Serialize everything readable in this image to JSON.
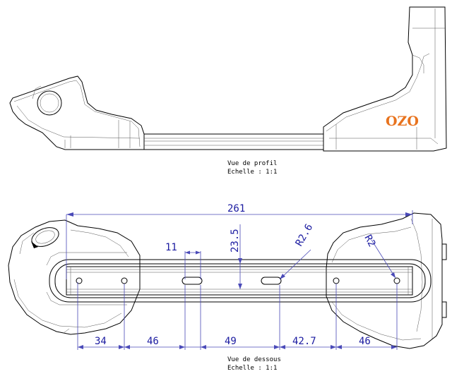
{
  "brand": {
    "logo_text": "OZO"
  },
  "views": {
    "profile": {
      "title": "Vue de profil",
      "scale": "Echelle :  1:1"
    },
    "bottom": {
      "title": "Vue de dessous",
      "scale": "Echelle :  1:1"
    }
  },
  "dimensions": {
    "overall_length": "261",
    "height": "23.5",
    "slot_width": "11",
    "radius_large": "R2.6",
    "radius_small": "R2",
    "segments": [
      "34",
      "46",
      "49",
      "42.7",
      "46"
    ]
  },
  "colors": {
    "dimension": "#1a1aa0",
    "brand": "#e8731e",
    "outline": "#000000"
  }
}
